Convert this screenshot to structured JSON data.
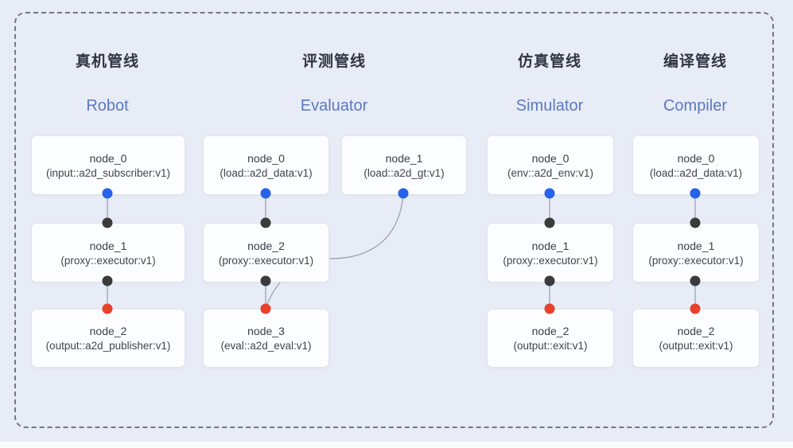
{
  "diagram": {
    "pipelines": [
      {
        "title_zh": "真机管线",
        "title_en": "Robot",
        "nodes": [
          {
            "name": "node_0",
            "type": "(input::a2d_subscriber:v1)"
          },
          {
            "name": "node_1",
            "type": "(proxy::executor:v1)"
          },
          {
            "name": "node_2",
            "type": "(output::a2d_publisher:v1)"
          }
        ]
      },
      {
        "title_zh": "评测管线",
        "title_en": "Evaluator",
        "nodes": [
          {
            "name": "node_0",
            "type": "(load::a2d_data:v1)"
          },
          {
            "name": "node_1",
            "type": "(load::a2d_gt:v1)"
          },
          {
            "name": "node_2",
            "type": "(proxy::executor:v1)"
          },
          {
            "name": "node_3",
            "type": "(eval::a2d_eval:v1)"
          }
        ]
      },
      {
        "title_zh": "仿真管线",
        "title_en": "Simulator",
        "nodes": [
          {
            "name": "node_0",
            "type": "(env::a2d_env:v1)"
          },
          {
            "name": "node_1",
            "type": "(proxy::executor:v1)"
          },
          {
            "name": "node_2",
            "type": "(output::exit:v1)"
          }
        ]
      },
      {
        "title_zh": "编译管线",
        "title_en": "Compiler",
        "nodes": [
          {
            "name": "node_0",
            "type": "(load::a2d_data:v1)"
          },
          {
            "name": "node_1",
            "type": "(proxy::executor:v1)"
          },
          {
            "name": "node_2",
            "type": "(output::exit:v1)"
          }
        ]
      }
    ],
    "colors": {
      "port_source_blue": "#2563eb",
      "port_proxy_dark": "#3b3b3d",
      "port_sink_red": "#e8402a",
      "subtitle_blue": "#5b79c0",
      "background": "#e8ecf6",
      "edge_gray": "#9aa3b5",
      "frame_dash_gray": "#707a89"
    }
  }
}
